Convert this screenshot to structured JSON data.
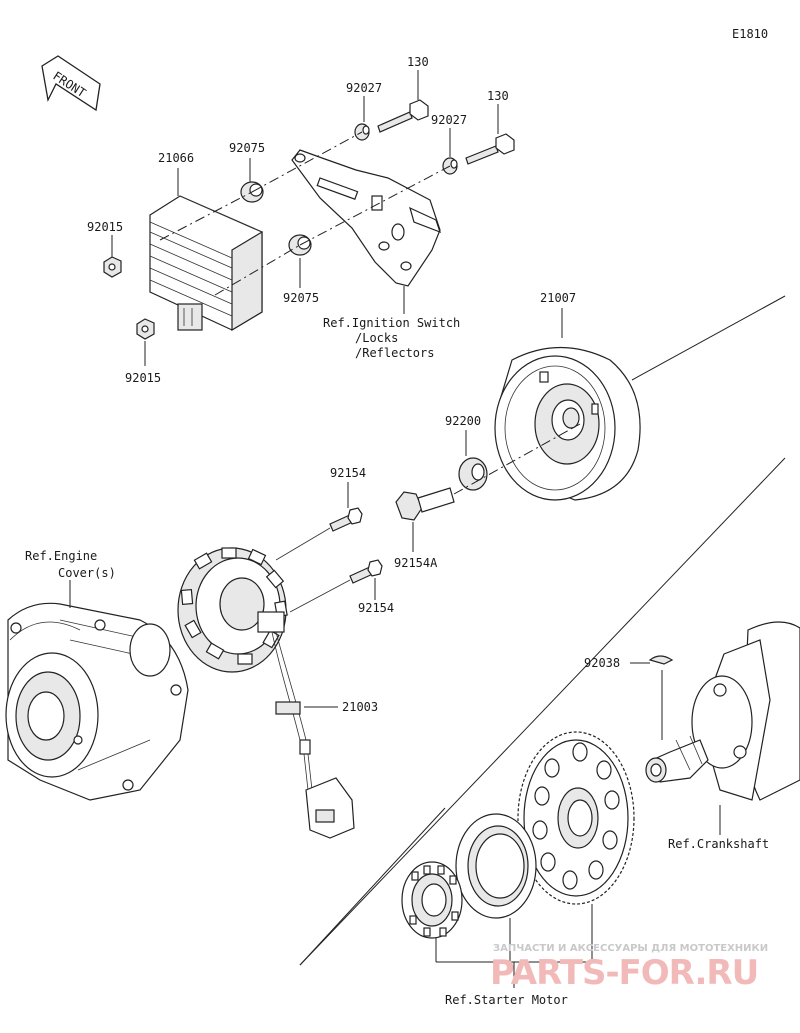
{
  "diagram_code": "E1810",
  "front_label": "FRONT",
  "parts": {
    "p130_a": "130",
    "p130_b": "130",
    "p92027_a": "92027",
    "p92027_b": "92027",
    "p92075_a": "92075",
    "p92075_b": "92075",
    "p21066": "21066",
    "p92015_a": "92015",
    "p92015_b": "92015",
    "p21007": "21007",
    "p92200": "92200",
    "p92154_a": "92154",
    "p92154_b": "92154",
    "p92154A": "92154A",
    "p21003": "21003",
    "p92038": "92038"
  },
  "references": {
    "ignition_1": "Ref.Ignition Switch",
    "ignition_2": "/Locks",
    "ignition_3": "/Reflectors",
    "engine_cover_1": "Ref.Engine",
    "engine_cover_2": "Cover(s)",
    "crankshaft": "Ref.Crankshaft",
    "starter_motor": "Ref.Starter Motor"
  },
  "watermark": {
    "tagline": "ЗАПЧАСТИ И АКСЕССУАРЫ ДЛЯ МОТОТЕХНИКИ",
    "brand": "PARTS-FOR.RU"
  }
}
